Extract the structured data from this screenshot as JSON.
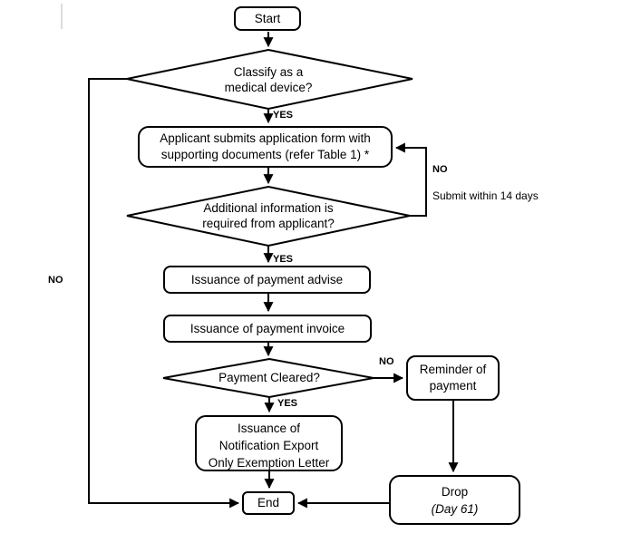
{
  "canvas": {
    "background": "#ffffff",
    "line_color": "#000000",
    "node_fill": "#ffffff"
  },
  "flowchart": {
    "nodes": {
      "start": {
        "label": "Start"
      },
      "classify_decision": {
        "label": "Classify as a\nmedical device?"
      },
      "submit_application": {
        "label": "Applicant submits application form with\nsupporting documents (refer Table 1) *"
      },
      "additional_info_decision": {
        "label": "Additional information is\nrequired from applicant?"
      },
      "payment_advise": {
        "label": "Issuance of payment advise"
      },
      "payment_invoice": {
        "label": "Issuance of payment invoice"
      },
      "payment_cleared_decision": {
        "label": "Payment Cleared?"
      },
      "exemption_letter": {
        "label": "Issuance of\nNotification Export\nOnly Exemption Letter"
      },
      "reminder": {
        "label": "Reminder of\npayment"
      },
      "drop": {
        "title": "Drop",
        "subtitle": "(Day 61)"
      },
      "end": {
        "label": "End"
      }
    },
    "edge_labels": {
      "classify_yes": "YES",
      "classify_no": "NO",
      "additional_info_yes": "YES",
      "additional_info_no": "NO",
      "additional_info_no_note": "Submit within 14 days",
      "payment_yes": "YES",
      "payment_no": "NO"
    }
  }
}
